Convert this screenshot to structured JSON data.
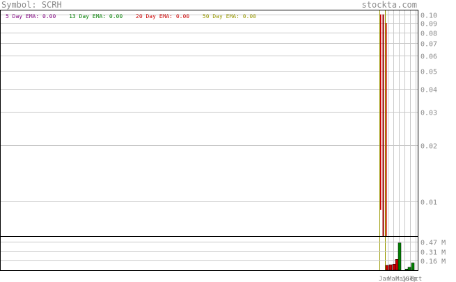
{
  "header": {
    "symbol_label": "Symbol: SCRH",
    "site": "stockta.com"
  },
  "legend": [
    {
      "label": "5 Day EMA:",
      "value": "0.00",
      "color": "#800080"
    },
    {
      "label": "13 Day EMA:",
      "value": "0.00",
      "color": "#008000"
    },
    {
      "label": "20 Day EMA:",
      "value": "0.00",
      "color": "#cc0000"
    },
    {
      "label": "50 Day EMA:",
      "value": "0.00",
      "color": "#999900"
    }
  ],
  "chart_data": [
    {
      "type": "line",
      "title": "",
      "scale": "log",
      "ylim": [
        0.0065,
        0.105
      ],
      "y_ticks": [
        {
          "value": 0.1,
          "label": "0.10"
        },
        {
          "value": 0.09,
          "label": "0.09"
        },
        {
          "value": 0.08,
          "label": "0.08"
        },
        {
          "value": 0.07,
          "label": "0.07"
        },
        {
          "value": 0.06,
          "label": "0.06"
        },
        {
          "value": 0.05,
          "label": "0.05"
        },
        {
          "value": 0.04,
          "label": "0.04"
        },
        {
          "value": 0.03,
          "label": "0.03"
        },
        {
          "value": 0.02,
          "label": "0.02"
        },
        {
          "value": 0.01,
          "label": "0.01"
        }
      ],
      "price_bars": [
        {
          "color": "#cc0000",
          "high": 0.1,
          "low": 0.009
        },
        {
          "color": "#990000",
          "high": 0.1,
          "low": 0.0065
        },
        {
          "color": "#cc0000",
          "high": 0.09,
          "low": 0.0065
        }
      ],
      "ema_lines": [
        {
          "color": "#999900"
        },
        {
          "color": "#999900"
        }
      ],
      "grid": true
    },
    {
      "type": "bar",
      "title": "",
      "ylim": [
        0,
        0.55
      ],
      "y_ticks": [
        {
          "value": 0.47,
          "label": "0.47 M"
        },
        {
          "value": 0.31,
          "label": "0.31 M"
        },
        {
          "value": 0.16,
          "label": "0.16 M"
        }
      ],
      "values": [
        0.08,
        0.09,
        0.1,
        0.18,
        0.45,
        0.02,
        0.05,
        0.12
      ],
      "colors": [
        "#cc0000",
        "#cc0000",
        "#cc0000",
        "#cc0000",
        "#008000",
        "#008000",
        "#008000",
        "#008000"
      ],
      "grid": true
    }
  ],
  "x_axis": {
    "tick_labels": [
      "Jan",
      "Mar",
      "May",
      "Jul",
      "Sep",
      "Oct"
    ]
  }
}
